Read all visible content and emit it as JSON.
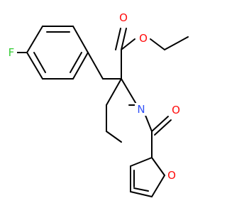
{
  "molecule": {
    "atoms": [
      {
        "id": "F",
        "label": "F",
        "color": "#33CC33"
      },
      {
        "id": "O1",
        "label": "O",
        "color": "#FF0D0D"
      },
      {
        "id": "O2",
        "label": "O",
        "color": "#FF0D0D"
      },
      {
        "id": "N",
        "label": "N",
        "color": "#3050F8"
      },
      {
        "id": "O3",
        "label": "O",
        "color": "#FF0D0D"
      },
      {
        "id": "O4",
        "label": "O",
        "color": "#FF0D0D"
      }
    ]
  }
}
